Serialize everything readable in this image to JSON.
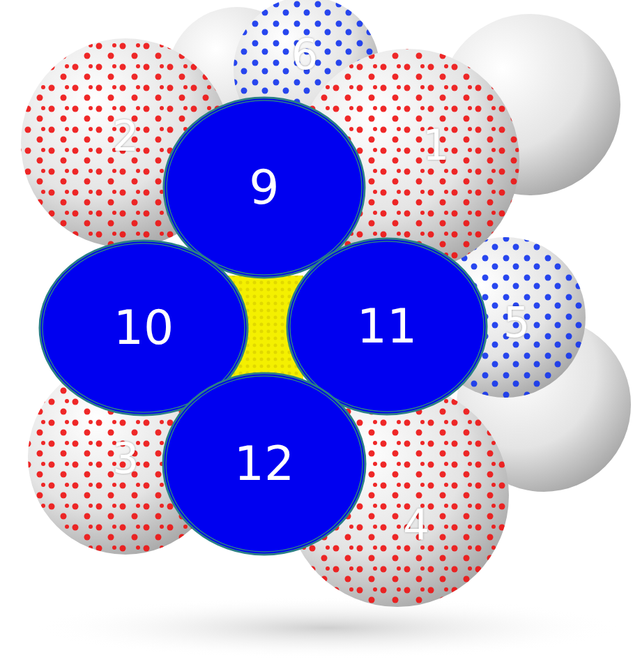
{
  "diagram": {
    "nodes": [
      {
        "text": [
          "9"
        ]
      },
      {
        "text": [
          "10"
        ]
      },
      {
        "text": [
          "11"
        ]
      },
      {
        "text": [
          "12"
        ]
      }
    ],
    "labels": [
      "6",
      "2",
      "1",
      "5",
      "3",
      "4"
    ]
  }
}
